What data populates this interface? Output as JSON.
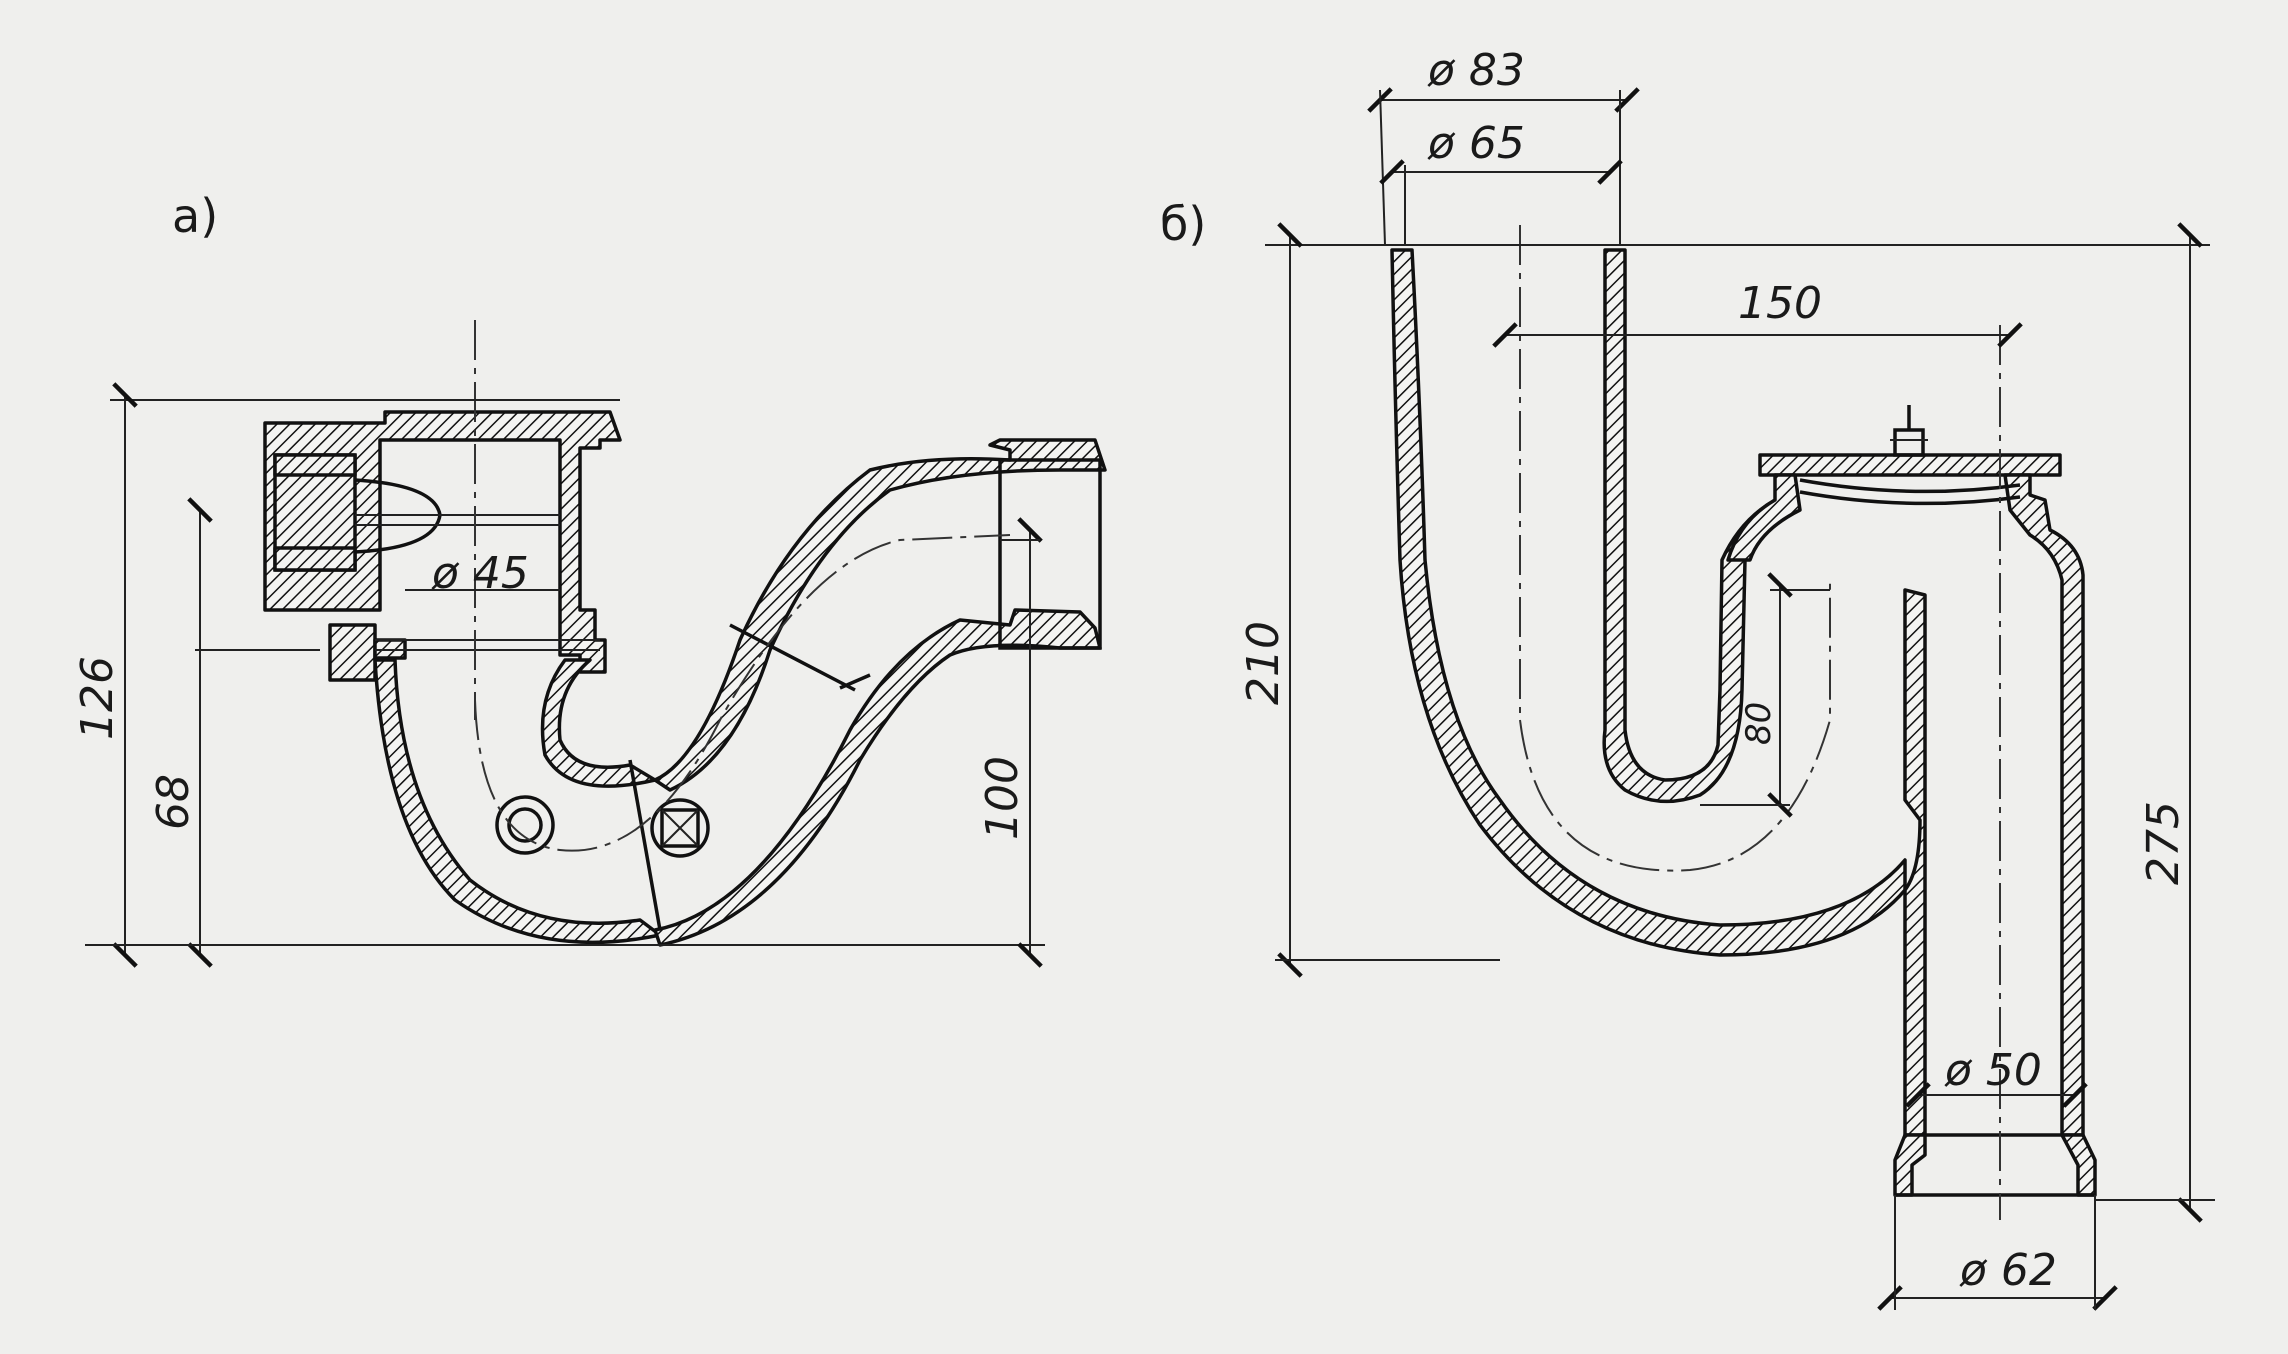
{
  "panels": {
    "a": {
      "label": "а)",
      "dimensions": {
        "total_height": "126",
        "inlet_height": "68",
        "outlet_height": "100",
        "bore_diameter": "ø 45"
      }
    },
    "b": {
      "label": "б)",
      "dimensions": {
        "outer_diameter": "ø 83",
        "inner_diameter": "ø 65",
        "center_distance": "150",
        "left_height": "210",
        "water_seal": "80",
        "total_height": "275",
        "outlet_inner_diameter": "ø 50",
        "outlet_outer_diameter": "ø 62"
      }
    }
  },
  "colors": {
    "paper": "#efefed",
    "ink": "#111111"
  }
}
